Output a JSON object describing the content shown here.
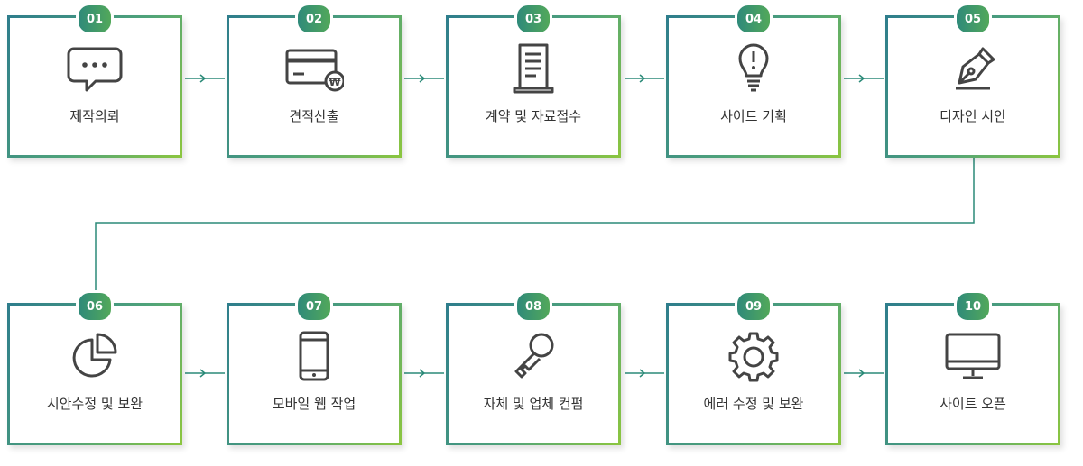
{
  "steps": [
    {
      "number": "01",
      "label": "제작의뢰",
      "icon": "chat-bubble-icon"
    },
    {
      "number": "02",
      "label": "견적산출",
      "icon": "credit-card-won-icon"
    },
    {
      "number": "03",
      "label": "계약 및 자료접수",
      "icon": "document-icon"
    },
    {
      "number": "04",
      "label": "사이트 기획",
      "icon": "lightbulb-icon"
    },
    {
      "number": "05",
      "label": "디자인 시안",
      "icon": "pen-nib-icon"
    },
    {
      "number": "06",
      "label": "시안수정 및 보완",
      "icon": "pie-chart-icon"
    },
    {
      "number": "07",
      "label": "모바일 웹 작업",
      "icon": "smartphone-icon"
    },
    {
      "number": "08",
      "label": "자체 및 업체 컨펌",
      "icon": "magnifier-key-icon"
    },
    {
      "number": "09",
      "label": "에러 수정 및 보완",
      "icon": "gear-icon"
    },
    {
      "number": "10",
      "label": "사이트 오픈",
      "icon": "monitor-icon"
    }
  ],
  "colors": {
    "accent_start": "#2e7d8c",
    "accent_end": "#8cc63f",
    "line": "#2b8a78",
    "text": "#333333"
  }
}
